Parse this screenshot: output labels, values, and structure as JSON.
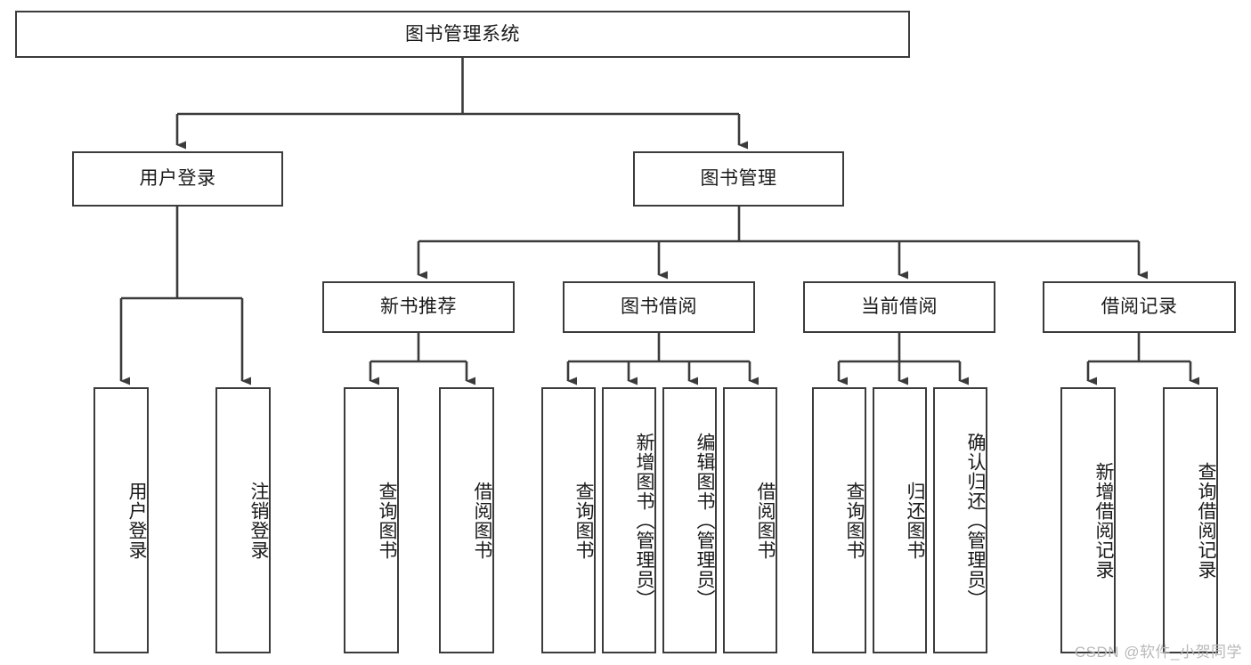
{
  "diagram": {
    "title": "图书管理系统",
    "type": "tree-hierarchy-chart",
    "orientation": "top-down",
    "colors": {
      "stroke": "#3b3b3b",
      "fill": "#ffffff",
      "text": "#1a1a1a",
      "watermark": "#b9b9b9"
    }
  },
  "nodes": {
    "root": {
      "label": "图书管理系统",
      "level": 0
    },
    "l1": [
      {
        "id": "user_login",
        "label": "用户登录"
      },
      {
        "id": "book_manage",
        "label": "图书管理"
      }
    ],
    "l2": [
      {
        "id": "new_book_rec",
        "label": "新书推荐",
        "parent": "book_manage"
      },
      {
        "id": "book_borrow",
        "label": "图书借阅",
        "parent": "book_manage"
      },
      {
        "id": "current_borrow",
        "label": "当前借阅",
        "parent": "book_manage"
      },
      {
        "id": "borrow_record",
        "label": "借阅记录",
        "parent": "book_manage"
      }
    ],
    "leaves": [
      {
        "id": "leaf_user_login",
        "label": "用户登录",
        "parent": "user_login"
      },
      {
        "id": "leaf_user_logout",
        "label": "注销登录",
        "parent": "user_login"
      },
      {
        "id": "leaf_query_book_1",
        "label": "查询图书",
        "parent": "new_book_rec"
      },
      {
        "id": "leaf_borrow_book_1",
        "label": "借阅图书",
        "parent": "new_book_rec"
      },
      {
        "id": "leaf_query_book_2",
        "label": "查询图书",
        "parent": "book_borrow"
      },
      {
        "id": "leaf_add_book",
        "label": "新增图书（管理员）",
        "parent": "book_borrow"
      },
      {
        "id": "leaf_edit_book",
        "label": "编辑图书（管理员）",
        "parent": "book_borrow"
      },
      {
        "id": "leaf_borrow_book_2",
        "label": "借阅图书",
        "parent": "book_borrow"
      },
      {
        "id": "leaf_query_book_3",
        "label": "查询图书",
        "parent": "current_borrow"
      },
      {
        "id": "leaf_return_book",
        "label": "归还图书",
        "parent": "current_borrow"
      },
      {
        "id": "leaf_confirm_return",
        "label": "确认归还（管理员）",
        "parent": "current_borrow"
      },
      {
        "id": "leaf_add_record",
        "label": "新增借阅记录",
        "parent": "borrow_record"
      },
      {
        "id": "leaf_query_record",
        "label": "查询借阅记录",
        "parent": "borrow_record"
      }
    ]
  },
  "watermark": {
    "text": "CSDN @软件_小贺同学"
  }
}
